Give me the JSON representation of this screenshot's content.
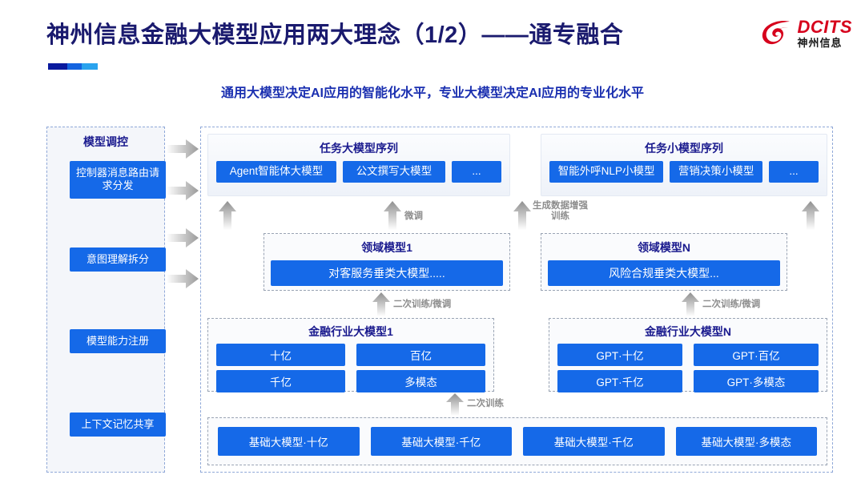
{
  "header": {
    "title": "神州信息金融大模型应用两大理念（1/2）——通专融合",
    "subtitle": "通用大模型决定AI应用的智能化水平，专业大模型决定AI应用的专业化水平",
    "logo_en": "DCITS",
    "logo_cn": "神州信息",
    "accent_blue": "#1569e8",
    "title_navy": "#1a1a6e",
    "logo_red": "#d6001c"
  },
  "control_panel": {
    "title": "模型调控",
    "items": [
      {
        "label": "控制器消息路由请求分发"
      },
      {
        "label": "意图理解拆分"
      },
      {
        "label": "模型能力注册"
      },
      {
        "label": "上下文记忆共享"
      }
    ]
  },
  "task_sequences": [
    {
      "title": "任务大模型序列",
      "chips": [
        "Agent智能体大模型",
        "公文撰写大模型",
        "..."
      ]
    },
    {
      "title": "任务小模型序列",
      "chips": [
        "智能外呼NLP小模型",
        "营销决策小模型",
        "..."
      ]
    }
  ],
  "domain_models": [
    {
      "title": "领域模型1",
      "bar": "对客服务垂类大模型....."
    },
    {
      "title": "领域模型N",
      "bar": "风险合规垂类大模型..."
    }
  ],
  "industry_models": [
    {
      "title": "金融行业大模型1",
      "cells": [
        "十亿",
        "百亿",
        "千亿",
        "多模态"
      ]
    },
    {
      "title": "金融行业大模型N",
      "cells": [
        "GPT·十亿",
        "GPT·百亿",
        "GPT·千亿",
        "GPT·多模态"
      ]
    }
  ],
  "base_models": {
    "cells": [
      "基础大模型·十亿",
      "基础大模型·千亿",
      "基础大模型·千亿",
      "基础大模型·多模态"
    ]
  },
  "arrow_labels": {
    "finetune": "微调",
    "data_aug": "生成数据增强\n训练",
    "retrain_left": "二次训练/微调",
    "retrain_right": "二次训练/微调",
    "retrain_base": "二次训练"
  }
}
